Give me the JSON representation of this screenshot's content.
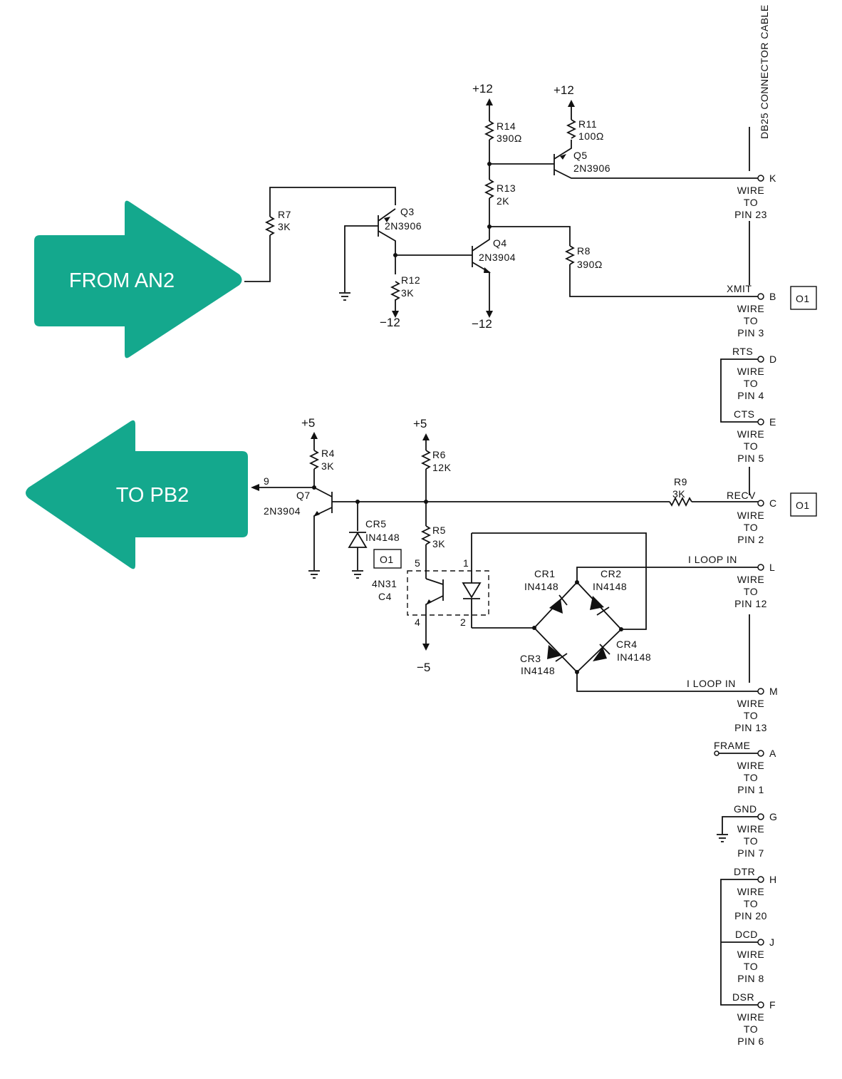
{
  "arrows": {
    "from": "FROM AN2",
    "to": "TO PB2",
    "color": "#14a88d"
  },
  "connector": {
    "title": "DB25 CONNECTOR CABLE"
  },
  "rails": {
    "plus12": "+12",
    "minus12": "−12",
    "plus5": "+5",
    "minus5": "−5"
  },
  "components": {
    "r7": {
      "ref": "R7",
      "value": "3K"
    },
    "q3": {
      "ref": "Q3",
      "part": "2N3906"
    },
    "r12": {
      "ref": "R12",
      "value": "3K"
    },
    "q4": {
      "ref": "Q4",
      "part": "2N3904"
    },
    "r14": {
      "ref": "R14",
      "value": "390Ω"
    },
    "r13": {
      "ref": "R13",
      "value": "2K"
    },
    "r11": {
      "ref": "R11",
      "value": "100Ω"
    },
    "q5": {
      "ref": "Q5",
      "part": "2N3906"
    },
    "r8": {
      "ref": "R8",
      "value": "390Ω"
    },
    "r4": {
      "ref": "R4",
      "value": "3K"
    },
    "q7": {
      "ref": "Q7",
      "part": "2N3904"
    },
    "cr5": {
      "ref": "CR5",
      "part": "IN4148"
    },
    "r6": {
      "ref": "R6",
      "value": "12K"
    },
    "r5": {
      "ref": "R5",
      "value": "3K"
    },
    "u4n31": {
      "ref": "4N31",
      "loc": "C4"
    },
    "cr1": {
      "ref": "CR1",
      "part": "IN4148"
    },
    "cr2": {
      "ref": "CR2",
      "part": "IN4148"
    },
    "cr3": {
      "ref": "CR3",
      "part": "IN4148"
    },
    "cr4": {
      "ref": "CR4",
      "part": "IN4148"
    },
    "r9": {
      "ref": "R9",
      "value": "3K"
    }
  },
  "misc": {
    "pin9": "9",
    "opto_pin5": "5",
    "opto_pin1": "1",
    "opto_pin4": "4",
    "opto_pin2": "2",
    "box01": "O1"
  },
  "pins": [
    {
      "signal": "",
      "letter": "K",
      "wire": [
        "WIRE",
        "TO",
        "PIN 23"
      ]
    },
    {
      "signal": "XMIT",
      "letter": "B",
      "wire": [
        "WIRE",
        "TO",
        "PIN 3"
      ]
    },
    {
      "signal": "RTS",
      "letter": "D",
      "wire": [
        "WIRE",
        "TO",
        "PIN 4"
      ]
    },
    {
      "signal": "CTS",
      "letter": "E",
      "wire": [
        "WIRE",
        "TO",
        "PIN 5"
      ]
    },
    {
      "signal": "RECV",
      "letter": "C",
      "wire": [
        "WIRE",
        "TO",
        "PIN 2"
      ]
    },
    {
      "signal": "I LOOP IN",
      "letter": "L",
      "wire": [
        "WIRE",
        "TO",
        "PIN 12"
      ]
    },
    {
      "signal": "I LOOP IN",
      "letter": "M",
      "wire": [
        "WIRE",
        "TO",
        "PIN 13"
      ]
    },
    {
      "signal": "FRAME",
      "letter": "A",
      "wire": [
        "WIRE",
        "TO",
        "PIN 1"
      ]
    },
    {
      "signal": "GND",
      "letter": "G",
      "wire": [
        "WIRE",
        "TO",
        "PIN 7"
      ]
    },
    {
      "signal": "DTR",
      "letter": "H",
      "wire": [
        "WIRE",
        "TO",
        "PIN 20"
      ]
    },
    {
      "signal": "DCD",
      "letter": "J",
      "wire": [
        "WIRE",
        "TO",
        "PIN 8"
      ]
    },
    {
      "signal": "DSR",
      "letter": "F",
      "wire": [
        "WIRE",
        "TO",
        "PIN 6"
      ]
    }
  ]
}
